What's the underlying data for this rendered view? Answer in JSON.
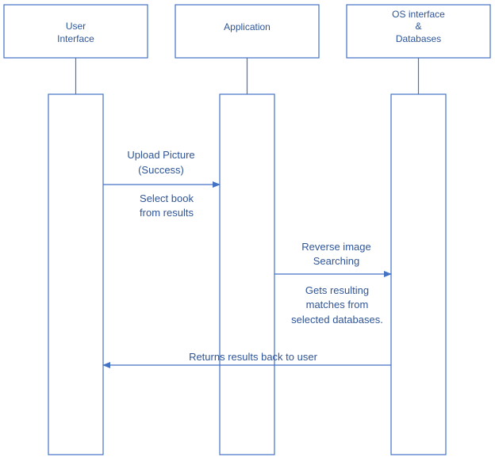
{
  "participants": [
    {
      "id": "ui",
      "lines": [
        "User",
        "Interface"
      ]
    },
    {
      "id": "app",
      "lines": [
        "Application"
      ]
    },
    {
      "id": "os",
      "lines": [
        "OS interface",
        "&",
        "Databases"
      ]
    }
  ],
  "messages": [
    {
      "id": "upload",
      "above": [
        "Upload Picture",
        "(Success)"
      ],
      "below": [
        "Select book",
        "from results"
      ],
      "from": "ui",
      "to": "app"
    },
    {
      "id": "reverse",
      "above": [
        "Reverse image",
        "Searching"
      ],
      "below": [
        "Gets resulting",
        "matches from",
        "selected databases."
      ],
      "from": "app",
      "to": "os"
    },
    {
      "id": "returns",
      "above": [
        "Returns results back to user"
      ],
      "below": [],
      "from": "os",
      "to": "ui"
    }
  ],
  "colors": {
    "line": "#4472C4",
    "text": "#2F5597",
    "box": "#4472C4"
  }
}
